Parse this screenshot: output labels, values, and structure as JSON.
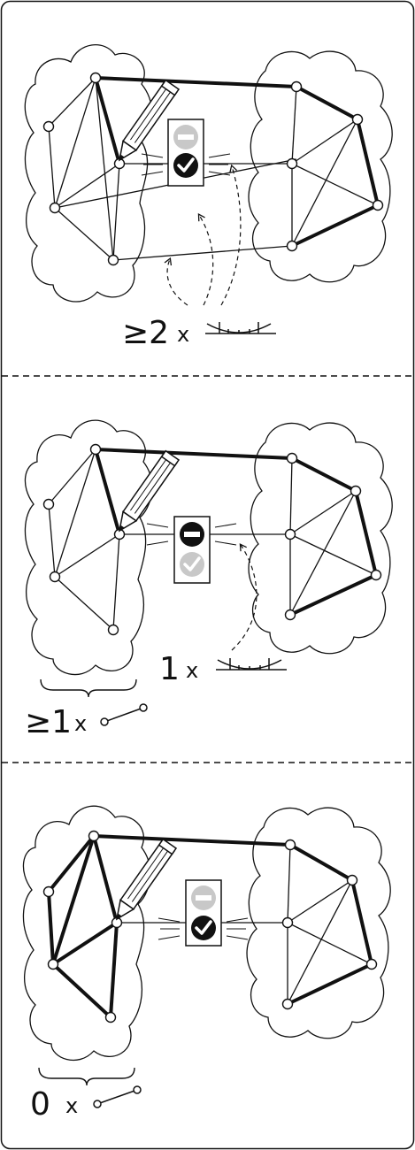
{
  "panels": [
    {
      "count_label": "≥2",
      "multiplier": "x",
      "status_top": "blocked-inactive",
      "status_bottom": "ok-active"
    },
    {
      "count_label": "1",
      "multiplier": "x",
      "secondary_count_label": "≥1",
      "secondary_multiplier": "x",
      "status_top": "blocked-active",
      "status_bottom": "ok-inactive"
    },
    {
      "count_label": "0",
      "multiplier": "x",
      "status_top": "blocked-inactive",
      "status_bottom": "ok-active"
    }
  ],
  "icons": {
    "pencil": "pencil-icon",
    "bridge": "bridge-icon",
    "edge": "edge-icon",
    "block": "no-entry-icon",
    "check": "checkmark-icon"
  },
  "colors": {
    "ink": "#111111",
    "inactive": "#c8c8c8",
    "panel_border": "#111111"
  }
}
